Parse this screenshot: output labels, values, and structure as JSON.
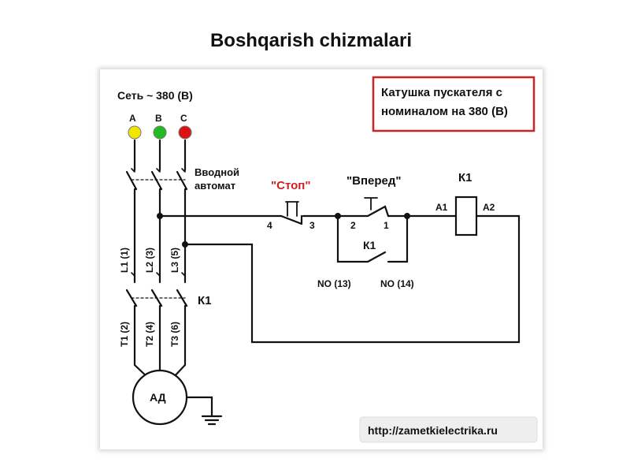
{
  "slide": {
    "title": "Boshqarish chizmalari"
  },
  "diagram": {
    "network_label": "Сеть ~ 380 (В)",
    "phases": [
      {
        "label": "A",
        "color": "#f2e600"
      },
      {
        "label": "B",
        "color": "#22bb22"
      },
      {
        "label": "C",
        "color": "#dd1111"
      }
    ],
    "breaker_label_1": "Вводной",
    "breaker_label_2": "автомат",
    "note_line_1": "Катушка пускателя с",
    "note_line_2": "номиналом на 380 (В)",
    "stop_label": "\"Стоп\"",
    "forward_label": "\"Вперед\"",
    "coil_label": "К1",
    "coil_a1": "A1",
    "coil_a2": "A2",
    "pin_4": "4",
    "pin_3": "3",
    "pin_2": "2",
    "pin_1": "1",
    "aux_contact_label": "К1",
    "no_13": "NO (13)",
    "no_14": "NO (14)",
    "line_labels": [
      "L1 (1)",
      "L2 (3)",
      "L3 (5)"
    ],
    "load_labels": [
      "T1 (2)",
      "T2 (4)",
      "T3 (6)"
    ],
    "contactor_label": "К1",
    "motor_label": "АД",
    "watermark": "http://zametkielectrika.ru",
    "colors": {
      "note_border": "#cc2222",
      "stop_text": "#cc2222",
      "wire": "#111111"
    }
  }
}
